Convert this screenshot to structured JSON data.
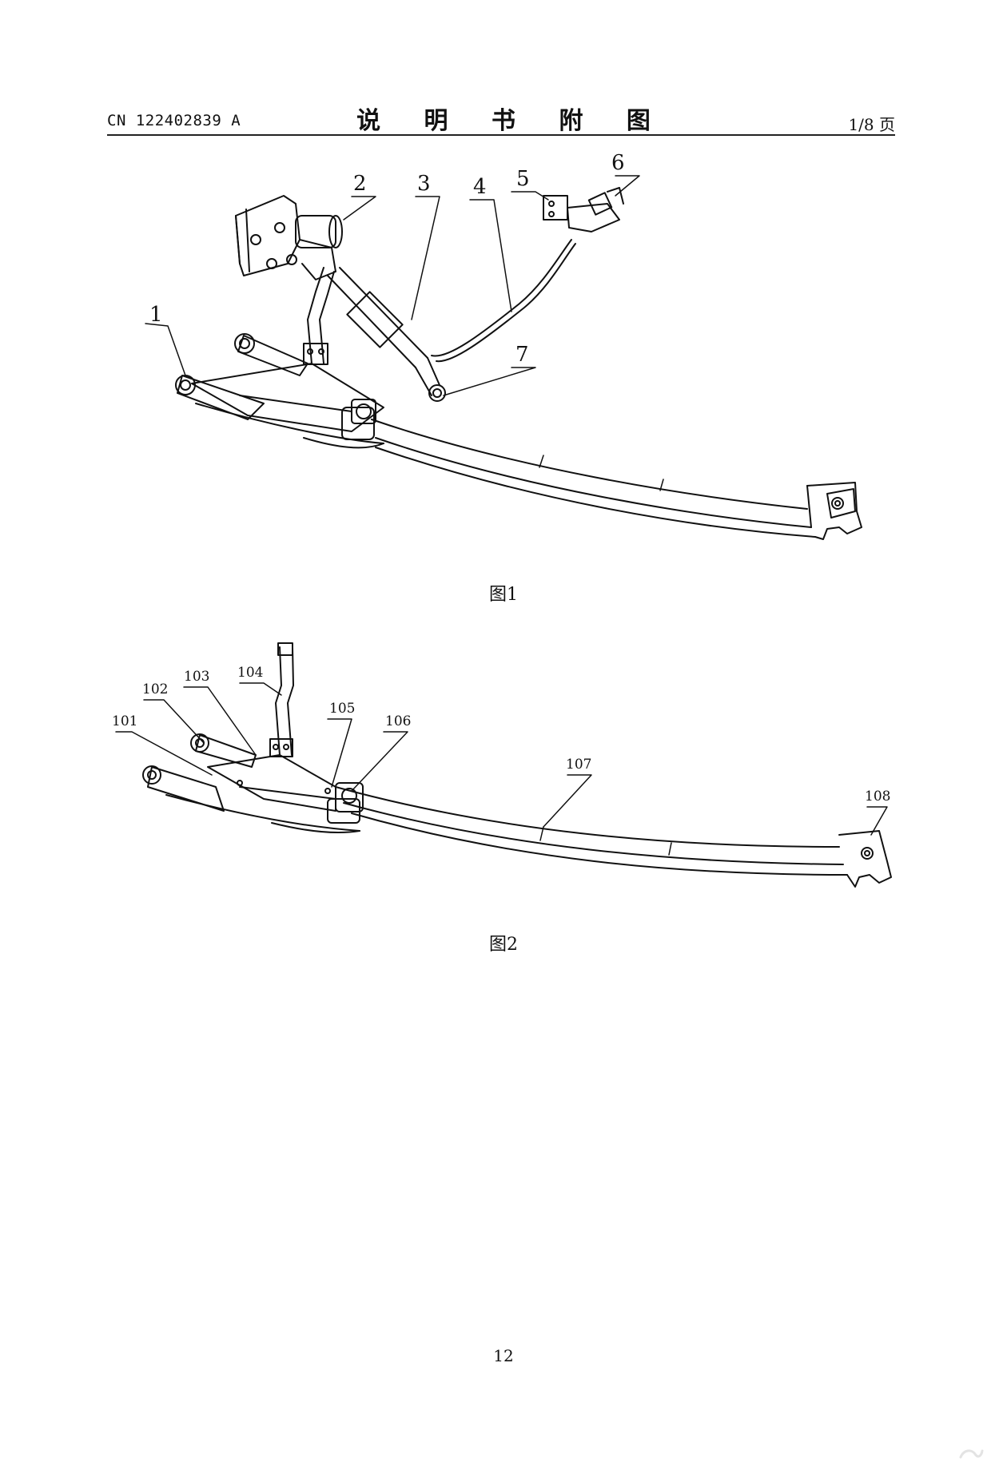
{
  "header": {
    "doc_number": "CN 122402839 A",
    "title": "说 明 书 附 图",
    "page_of": "1/8 页"
  },
  "figure1": {
    "caption": "图1",
    "labels": [
      "1",
      "2",
      "3",
      "4",
      "5",
      "6",
      "7"
    ]
  },
  "figure2": {
    "caption": "图2",
    "labels": [
      "101",
      "102",
      "103",
      "104",
      "105",
      "106",
      "107",
      "108"
    ]
  },
  "footer": {
    "page_number": "12"
  }
}
